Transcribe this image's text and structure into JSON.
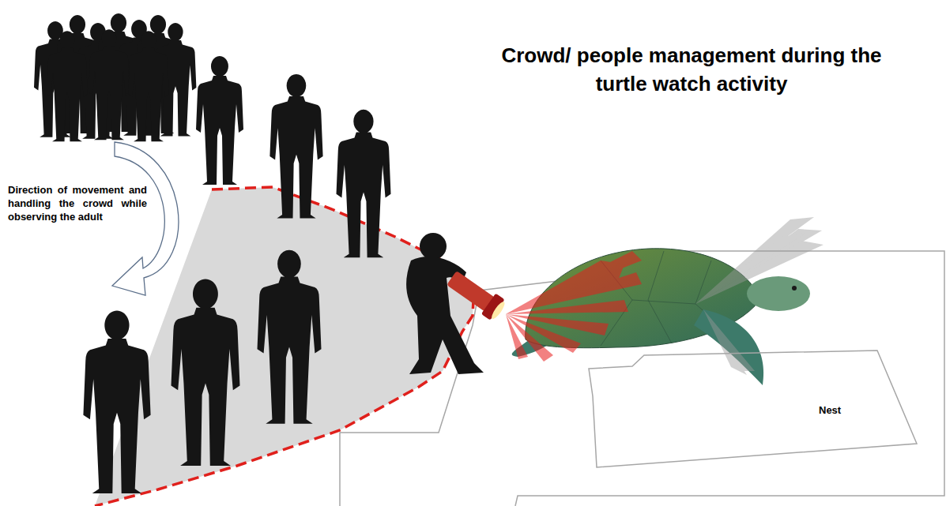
{
  "diagram": {
    "title": "Crowd/ people management during the turtle watch activity",
    "nodes": [
      {
        "text": [
          "Nest"
        ]
      }
    ],
    "labels": [
      "Direction of movement and handling the crowd while observing the adult"
    ]
  }
}
